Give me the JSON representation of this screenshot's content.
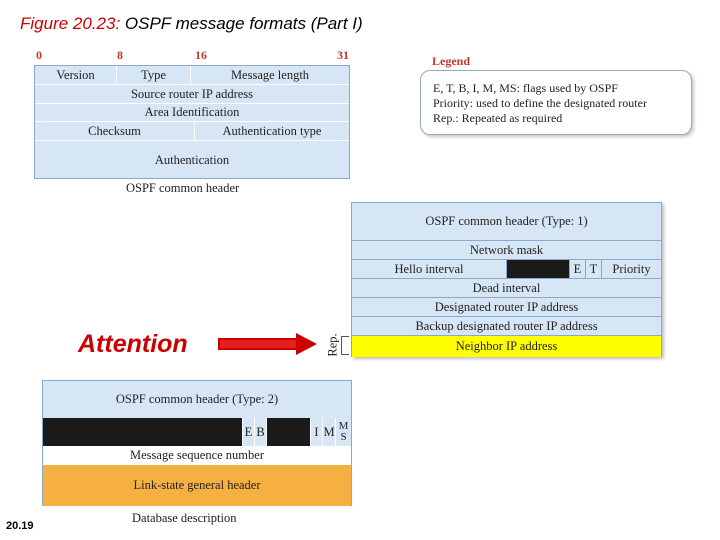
{
  "title": {
    "figure": "Figure 20.23:",
    "text": " OSPF message formats (Part I)"
  },
  "common_header": {
    "bits": [
      "0",
      "8",
      "16",
      "31"
    ],
    "version": "Version",
    "type": "Type",
    "message_length": "Message length",
    "source_router": "Source router IP address",
    "area_id": "Area Identification",
    "checksum": "Checksum",
    "auth_type": "Authentication type",
    "authentication": "Authentication",
    "caption": "OSPF common header"
  },
  "legend": {
    "title": "Legend",
    "line1": "E, T, B, I, M, MS: flags used by OSPF",
    "line2": "Priority: used to define the designated router",
    "line3": "Rep.: Repeated as required"
  },
  "hello": {
    "header": "OSPF common header (Type: 1)",
    "network_mask": "Network mask",
    "hello_interval": "Hello interval",
    "flag_e": "E",
    "flag_t": "T",
    "priority": "Priority",
    "dead_interval": "Dead interval",
    "designated_router": "Designated router IP address",
    "backup_router": "Backup designated router IP address",
    "neighbor": "Neighbor IP address",
    "rep": "Rep."
  },
  "dbd": {
    "header": "OSPF common header (Type: 2)",
    "flag_e": "E",
    "flag_b": "B",
    "flag_i": "I",
    "flag_m": "M",
    "flag_ms_m": "M",
    "flag_ms_s": "S",
    "sequence": "Message sequence number",
    "lsa_header": "Link-state general header",
    "caption": "Database description"
  },
  "attention": "Attention",
  "page_number": "20.19",
  "colors": {
    "field_blue": "#d6e6f5",
    "highlight_yellow": "#ffff00",
    "orange": "#f5b041",
    "black_bar": "#1a1a1a",
    "accent_red": "#cc0000"
  }
}
